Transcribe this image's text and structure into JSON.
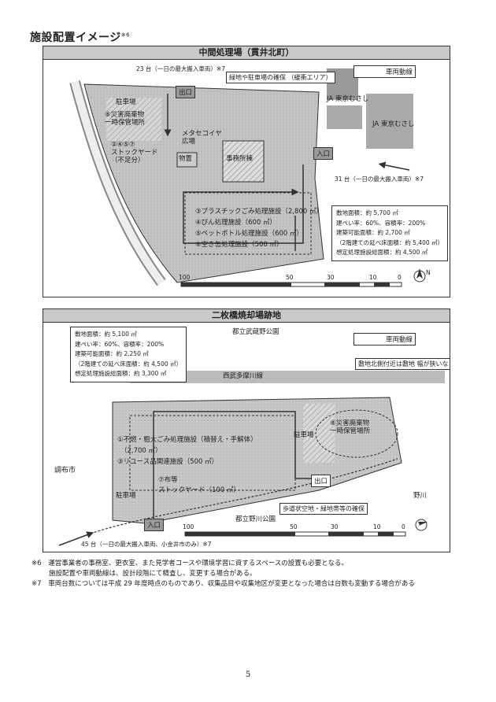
{
  "page": {
    "heading": "施設配置イメージ",
    "heading_ref": "※6",
    "page_number": "5"
  },
  "panel1": {
    "title": "中間処理場（貫井北町）",
    "labels": {
      "vehicles_top": "23 台（一日の最大搬入車両）※7",
      "green_buffer": "緑地や駐車場の確保\n（緩衝エリア）",
      "direction": "車両動線",
      "exit": "出口",
      "entrance": "入口",
      "parking": "駐車場",
      "disaster_storage": "⑧災害廃棄物\n一時保管場所",
      "stockyard": "②④⑤⑦\nストックヤード\n（不足分）",
      "metasequoia": "メタセコイヤ\n広場",
      "warehouse": "物置",
      "office": "事務所棟",
      "ja1": "JA 東京むさし",
      "ja2": "JA 東京むさし",
      "vehicles_right": "31 台（一日の最大搬入車両）※7"
    },
    "facilities": [
      "③プラスチックごみ処理施設（2,800 ㎡）",
      "④びん処理施設（600 ㎡）",
      "⑤ペットボトル処理施設（600 ㎡）",
      "⑥空き缶処理施設（500 ㎡）"
    ],
    "info": [
      "敷地面積：約 5,700 ㎡",
      "建ぺい率：60%、容積率：200%",
      "建築可能面積：約 2,700 ㎡",
      "（2階建ての延べ床面積：約 5,400 ㎡）",
      "想定処理施設総面積：約 4,500 ㎡"
    ],
    "scale": [
      "100",
      "50",
      "30",
      "10",
      "0"
    ]
  },
  "panel2": {
    "title": "二枚橋焼却場跡地",
    "labels": {
      "park_top": "都立武蔵野公園",
      "direction": "車両動線",
      "river_road": "西武多摩川線",
      "north_note": "敷地北側付近は敷地\n幅が狭いなど建物計\n画に制約あり",
      "disaster_storage": "⑧災害廃棄物\n一時保管場所",
      "parking_right": "駐車場",
      "chofu": "調布市",
      "parking_left": "駐車場",
      "exit": "出口",
      "entrance": "入口",
      "park_bottom": "都立野川公園",
      "sidewalk": "歩道状空地・緑地帯等の確保",
      "nogawa": "野川",
      "vehicles": "45 台（一日の最大搬入車両、小金井市のみ）※7"
    },
    "facilities": [
      "①不燃・粗大ごみ処理施設（積替え・手解体）",
      "（2,700 ㎡）",
      "③リユース品関連施設（500 ㎡）",
      "⑦布等",
      "ストックヤード（100 ㎡）"
    ],
    "info": [
      "敷地面積：約 5,100 ㎡",
      "建ぺい率：60%、容積率：200%",
      "建築可能面積：約 2,250 ㎡",
      "（2階建ての延べ床面積：約 4,500 ㎡）",
      "想定処理施設総面積：約 3,300 ㎡"
    ],
    "scale": [
      "100",
      "50",
      "30",
      "10",
      "0"
    ]
  },
  "notes": [
    {
      "mark": "※6",
      "lines": [
        "運営事業者の事務室、更衣室、また見学者コースや環境学習に資するスペースの設置も必要となる。",
        "施設配置や車両動線は、設計段階にて精査し、変更する場合がある。"
      ]
    },
    {
      "mark": "※7",
      "lines": [
        "車両台数については平成 29 年度時点のものであり、収集品目や収集地区が変更となった場合は台数も変動する場合がある"
      ]
    }
  ]
}
